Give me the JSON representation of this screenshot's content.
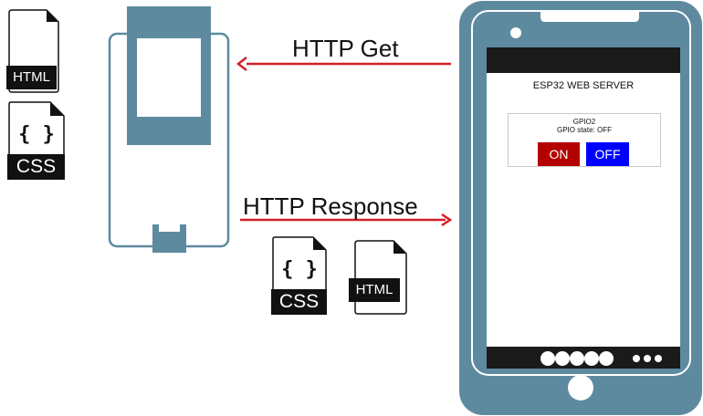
{
  "files": {
    "html_top_label": "HTML",
    "css_left_label": "CSS",
    "css_left_glyph": "{ }",
    "css_mid_label": "CSS",
    "css_mid_glyph": "{ }",
    "html_mid_label": "HTML"
  },
  "arrows": {
    "request_label": "HTTP Get",
    "response_label": "HTTP Response"
  },
  "phone": {
    "page_title": "ESP32 WEB SERVER",
    "gpio_name": "GPIO2",
    "gpio_state": "GPIO state: OFF",
    "on_label": "ON",
    "off_label": "OFF"
  },
  "colors": {
    "board": "#5e8aa0",
    "arrow": "#d41f26",
    "on_button": "#b30000",
    "off_button": "#0000ff",
    "file_dark": "#111111"
  }
}
